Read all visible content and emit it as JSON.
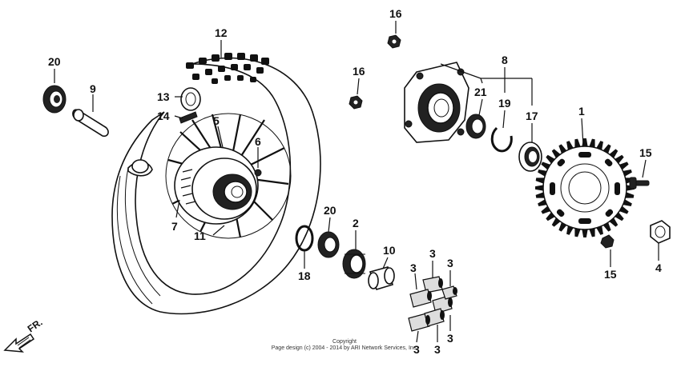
{
  "diagram": {
    "labels": {
      "p1": "1",
      "p2": "2",
      "p3": "3",
      "p4": "4",
      "p5": "5",
      "p6": "6",
      "p7": "7",
      "p8": "8",
      "p9": "9",
      "p10": "10",
      "p11": "11",
      "p12": "12",
      "p13": "13",
      "p14": "14",
      "p15": "15",
      "p16": "16",
      "p17": "17",
      "p18": "18",
      "p19": "19",
      "p20": "20",
      "p21": "21"
    },
    "direction_label": "FR.",
    "copyright_line1": "Copyright",
    "copyright_line2": "Page design (c) 2004 - 2014 by ARI Network Services, Inc."
  }
}
